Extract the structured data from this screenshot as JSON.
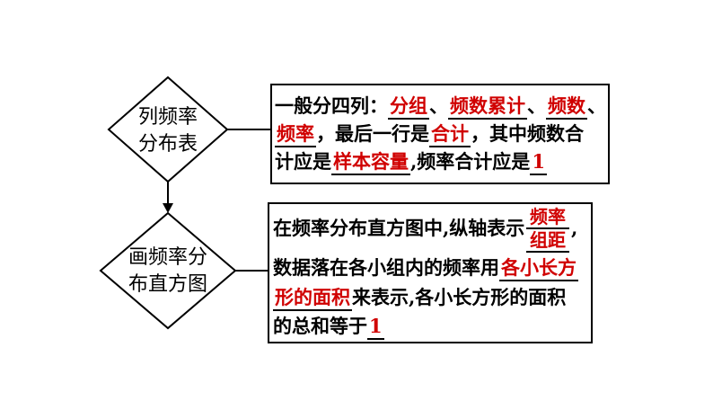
{
  "node1": {
    "line1": "列频率",
    "line2": "分布表"
  },
  "node2": {
    "line1": "画频率分",
    "line2": "布直方图"
  },
  "box1": {
    "t1": "一般分四列：",
    "b1": "分组",
    "t2": "、",
    "b2": "频数累计",
    "t3": "、",
    "b3": "频数",
    "t4": "、",
    "b4": "频率",
    "t5": "，最后一行是",
    "b5": "合计",
    "t6": "，其中频数合",
    "t7": "计应是",
    "b6": "样本容量",
    "t8": ",频率合计应是",
    "b7": "1"
  },
  "box2": {
    "t1": "在频率分布直方图中,纵轴表示",
    "b1a": "频率",
    "b1b": "组距",
    "t2": ",",
    "t3": "数据落在各小组内的频率用",
    "b2a": "各小长方",
    "b2b": "形的面积",
    "t4": "来表示,各小长方形的面积",
    "t5": "的总和等于",
    "b3": "1"
  }
}
